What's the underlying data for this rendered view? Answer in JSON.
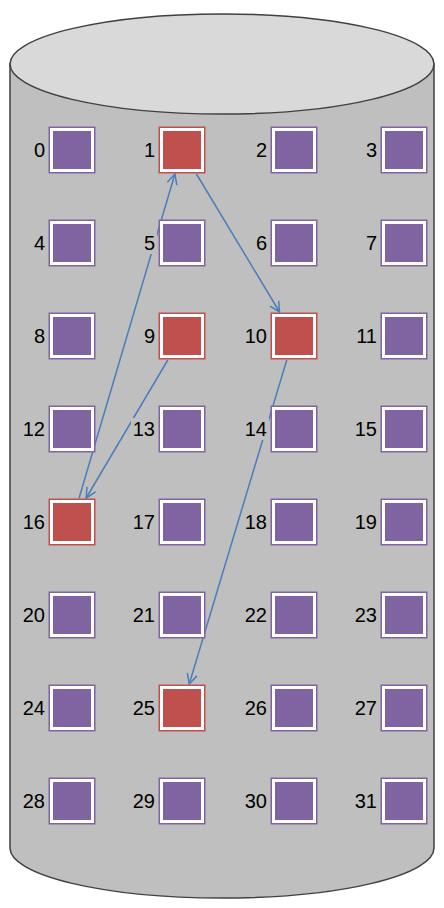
{
  "diagram": {
    "nodes": [
      {
        "text": [
          "0"
        ]
      },
      {
        "text": [
          "1"
        ]
      },
      {
        "text": [
          "2"
        ]
      },
      {
        "text": [
          "3"
        ]
      },
      {
        "text": [
          "4"
        ]
      },
      {
        "text": [
          "5"
        ]
      },
      {
        "text": [
          "6"
        ]
      },
      {
        "text": [
          "7"
        ]
      },
      {
        "text": [
          "8"
        ]
      },
      {
        "text": [
          "9"
        ]
      },
      {
        "text": [
          "10"
        ]
      },
      {
        "text": [
          "11"
        ]
      },
      {
        "text": [
          "12"
        ]
      },
      {
        "text": [
          "13"
        ]
      },
      {
        "text": [
          "14"
        ]
      },
      {
        "text": [
          "15"
        ]
      },
      {
        "text": [
          "16"
        ]
      },
      {
        "text": [
          "17"
        ]
      },
      {
        "text": [
          "18"
        ]
      },
      {
        "text": [
          "19"
        ]
      },
      {
        "text": [
          "20"
        ]
      },
      {
        "text": [
          "21"
        ]
      },
      {
        "text": [
          "22"
        ]
      },
      {
        "text": [
          "23"
        ]
      },
      {
        "text": [
          "24"
        ]
      },
      {
        "text": [
          "25"
        ]
      },
      {
        "text": [
          "26"
        ]
      },
      {
        "text": [
          "27"
        ]
      },
      {
        "text": [
          "28"
        ]
      },
      {
        "text": [
          "29"
        ]
      },
      {
        "text": [
          "30"
        ]
      },
      {
        "text": [
          "31"
        ]
      }
    ],
    "edges": [
      {
        "from": 9,
        "to": 16,
        "arrow": "to"
      },
      {
        "from": 16,
        "to": 1,
        "arrow": "to"
      },
      {
        "from": 1,
        "to": 10,
        "arrow": "to"
      },
      {
        "from": 10,
        "to": 25,
        "arrow": "to"
      }
    ]
  }
}
